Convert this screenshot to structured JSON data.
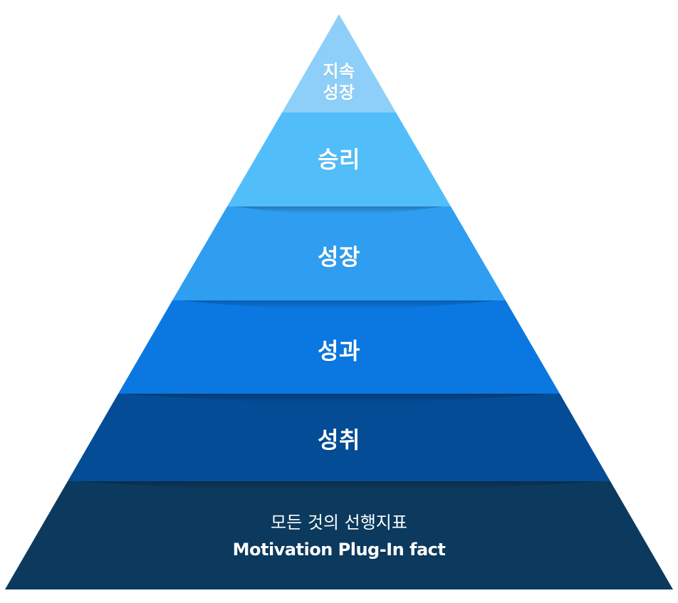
{
  "pyramid": {
    "tiers": [
      {
        "name": "tier-top",
        "lines": [
          "지속",
          "성장"
        ],
        "color": "#8dcff9"
      },
      {
        "name": "tier-2",
        "lines": [
          "승리"
        ],
        "color": "#52bef9"
      },
      {
        "name": "tier-3",
        "lines": [
          "성장"
        ],
        "color": "#2f9ef0"
      },
      {
        "name": "tier-4",
        "lines": [
          "성과"
        ],
        "color": "#0a78e0"
      },
      {
        "name": "tier-5",
        "lines": [
          "성취"
        ],
        "color": "#044c96"
      },
      {
        "name": "tier-base",
        "lines": [
          "모든 것의 선행지표",
          "Motivation Plug-In fact"
        ],
        "color": "#0c3a5e"
      }
    ]
  }
}
